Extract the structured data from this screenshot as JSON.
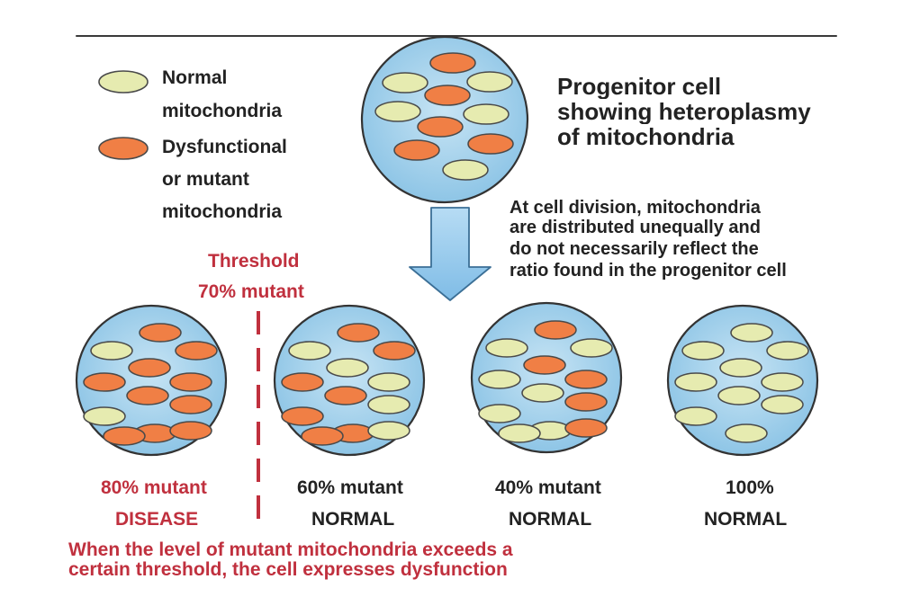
{
  "legend": {
    "normal_label_line1": "Normal",
    "normal_label_line2": "mitochondria",
    "mutant_label_line1": "Dysfunctional",
    "mutant_label_line2": "or mutant",
    "mutant_label_line3": "mitochondria"
  },
  "progenitor": {
    "title_line1": "Progenitor cell",
    "title_line2": "showing heteroplasmy",
    "title_line3": "of mitochondria"
  },
  "division_note": {
    "line1": "At cell division, mitochondria",
    "line2": "are distributed unequally and",
    "line3": "do not necessarily reflect the",
    "line4": "ratio found in the progenitor cell"
  },
  "threshold": {
    "line1": "Threshold",
    "line2": "70% mutant"
  },
  "cells": [
    {
      "pct_label": "80% mutant",
      "status": "DISEASE",
      "mutant": 10,
      "normal": 2
    },
    {
      "pct_label": "60% mutant",
      "status": "NORMAL",
      "mutant": 7,
      "normal": 5
    },
    {
      "pct_label": "40% mutant",
      "status": "NORMAL",
      "mutant": 5,
      "normal": 7
    },
    {
      "pct_label": "100%",
      "status": "NORMAL",
      "mutant": 0,
      "normal": 10
    }
  ],
  "footer": {
    "line1": "When the level of mutant mitochondria exceeds a",
    "line2": "certain threshold, the cell expresses dysfunction"
  },
  "colors": {
    "normal_fill": "#e6ebb0",
    "mutant_fill": "#f07f45",
    "cell_fill": "#a9d3ea",
    "arrow_fill": "#8fc8ec",
    "threshold_red": "#c0303e"
  }
}
